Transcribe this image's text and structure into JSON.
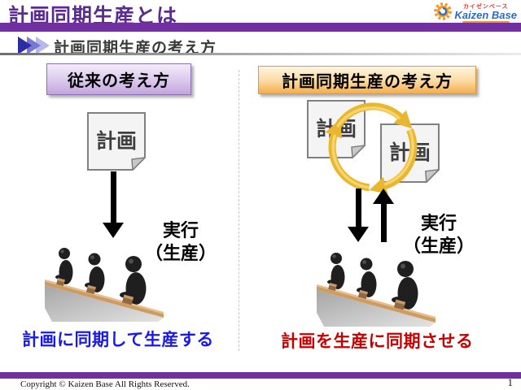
{
  "header": {
    "title": "計画同期生産とは",
    "section_title": "計画同期生産の考え方"
  },
  "brand": {
    "katakana": "カイゼンベース",
    "name": "Kaizen Base"
  },
  "left_panel": {
    "heading": "従来の考え方",
    "note": "計画",
    "exec_line1": "実行",
    "exec_line2": "（生産）",
    "caption": "計画に同期して生産する"
  },
  "right_panel": {
    "heading": "計画同期生産の考え方",
    "note1": "計画",
    "note2": "計画",
    "exec_line1": "実行",
    "exec_line2": "（生産）",
    "caption": "計画を生産に同期させる"
  },
  "footer": {
    "copyright": "Copyright ©  Kaizen Base  All Rights Reserved.",
    "page_number": "1"
  },
  "icons": {
    "brand_icon": "gear-icon",
    "section_icon": "triple-chevron-icon",
    "cycle_icon": "sync-cycle-arrows",
    "workers_icon": "workers-at-line-image"
  },
  "colors": {
    "accent_purple": "#7030A0",
    "title_text": "#5B2C8F",
    "heading_left_fill": "#C3A5DD",
    "heading_right_fill": "#F5AC4B",
    "caption_blue": "#1A1AE8",
    "caption_red": "#C80000",
    "cycle_gold": "#E9B62F"
  }
}
